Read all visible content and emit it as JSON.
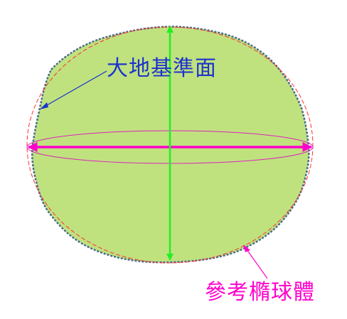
{
  "labels": {
    "geoid": "大地基準面",
    "reference_ellipsoid": "參考橢球體"
  },
  "colors": {
    "geoid_fill": "#BFE27F",
    "geoid_outline": "#4A6A8A",
    "ellipsoid_outline": "#FF3030",
    "equatorial_ring": "#DD22BB",
    "equatorial_axis": "#FF00CC",
    "polar_axis": "#22EE22",
    "geoid_label": "#1E33CC",
    "ellipsoid_label": "#FF00CC",
    "geoid_pointer": "#1E33CC",
    "ellipsoid_pointer": "#FF00CC",
    "background": "#FFFFFF"
  },
  "icons": {
    "polar_arrowheads": "triangle-arrowheads",
    "equatorial_arrowheads": "triangle-arrowheads"
  }
}
